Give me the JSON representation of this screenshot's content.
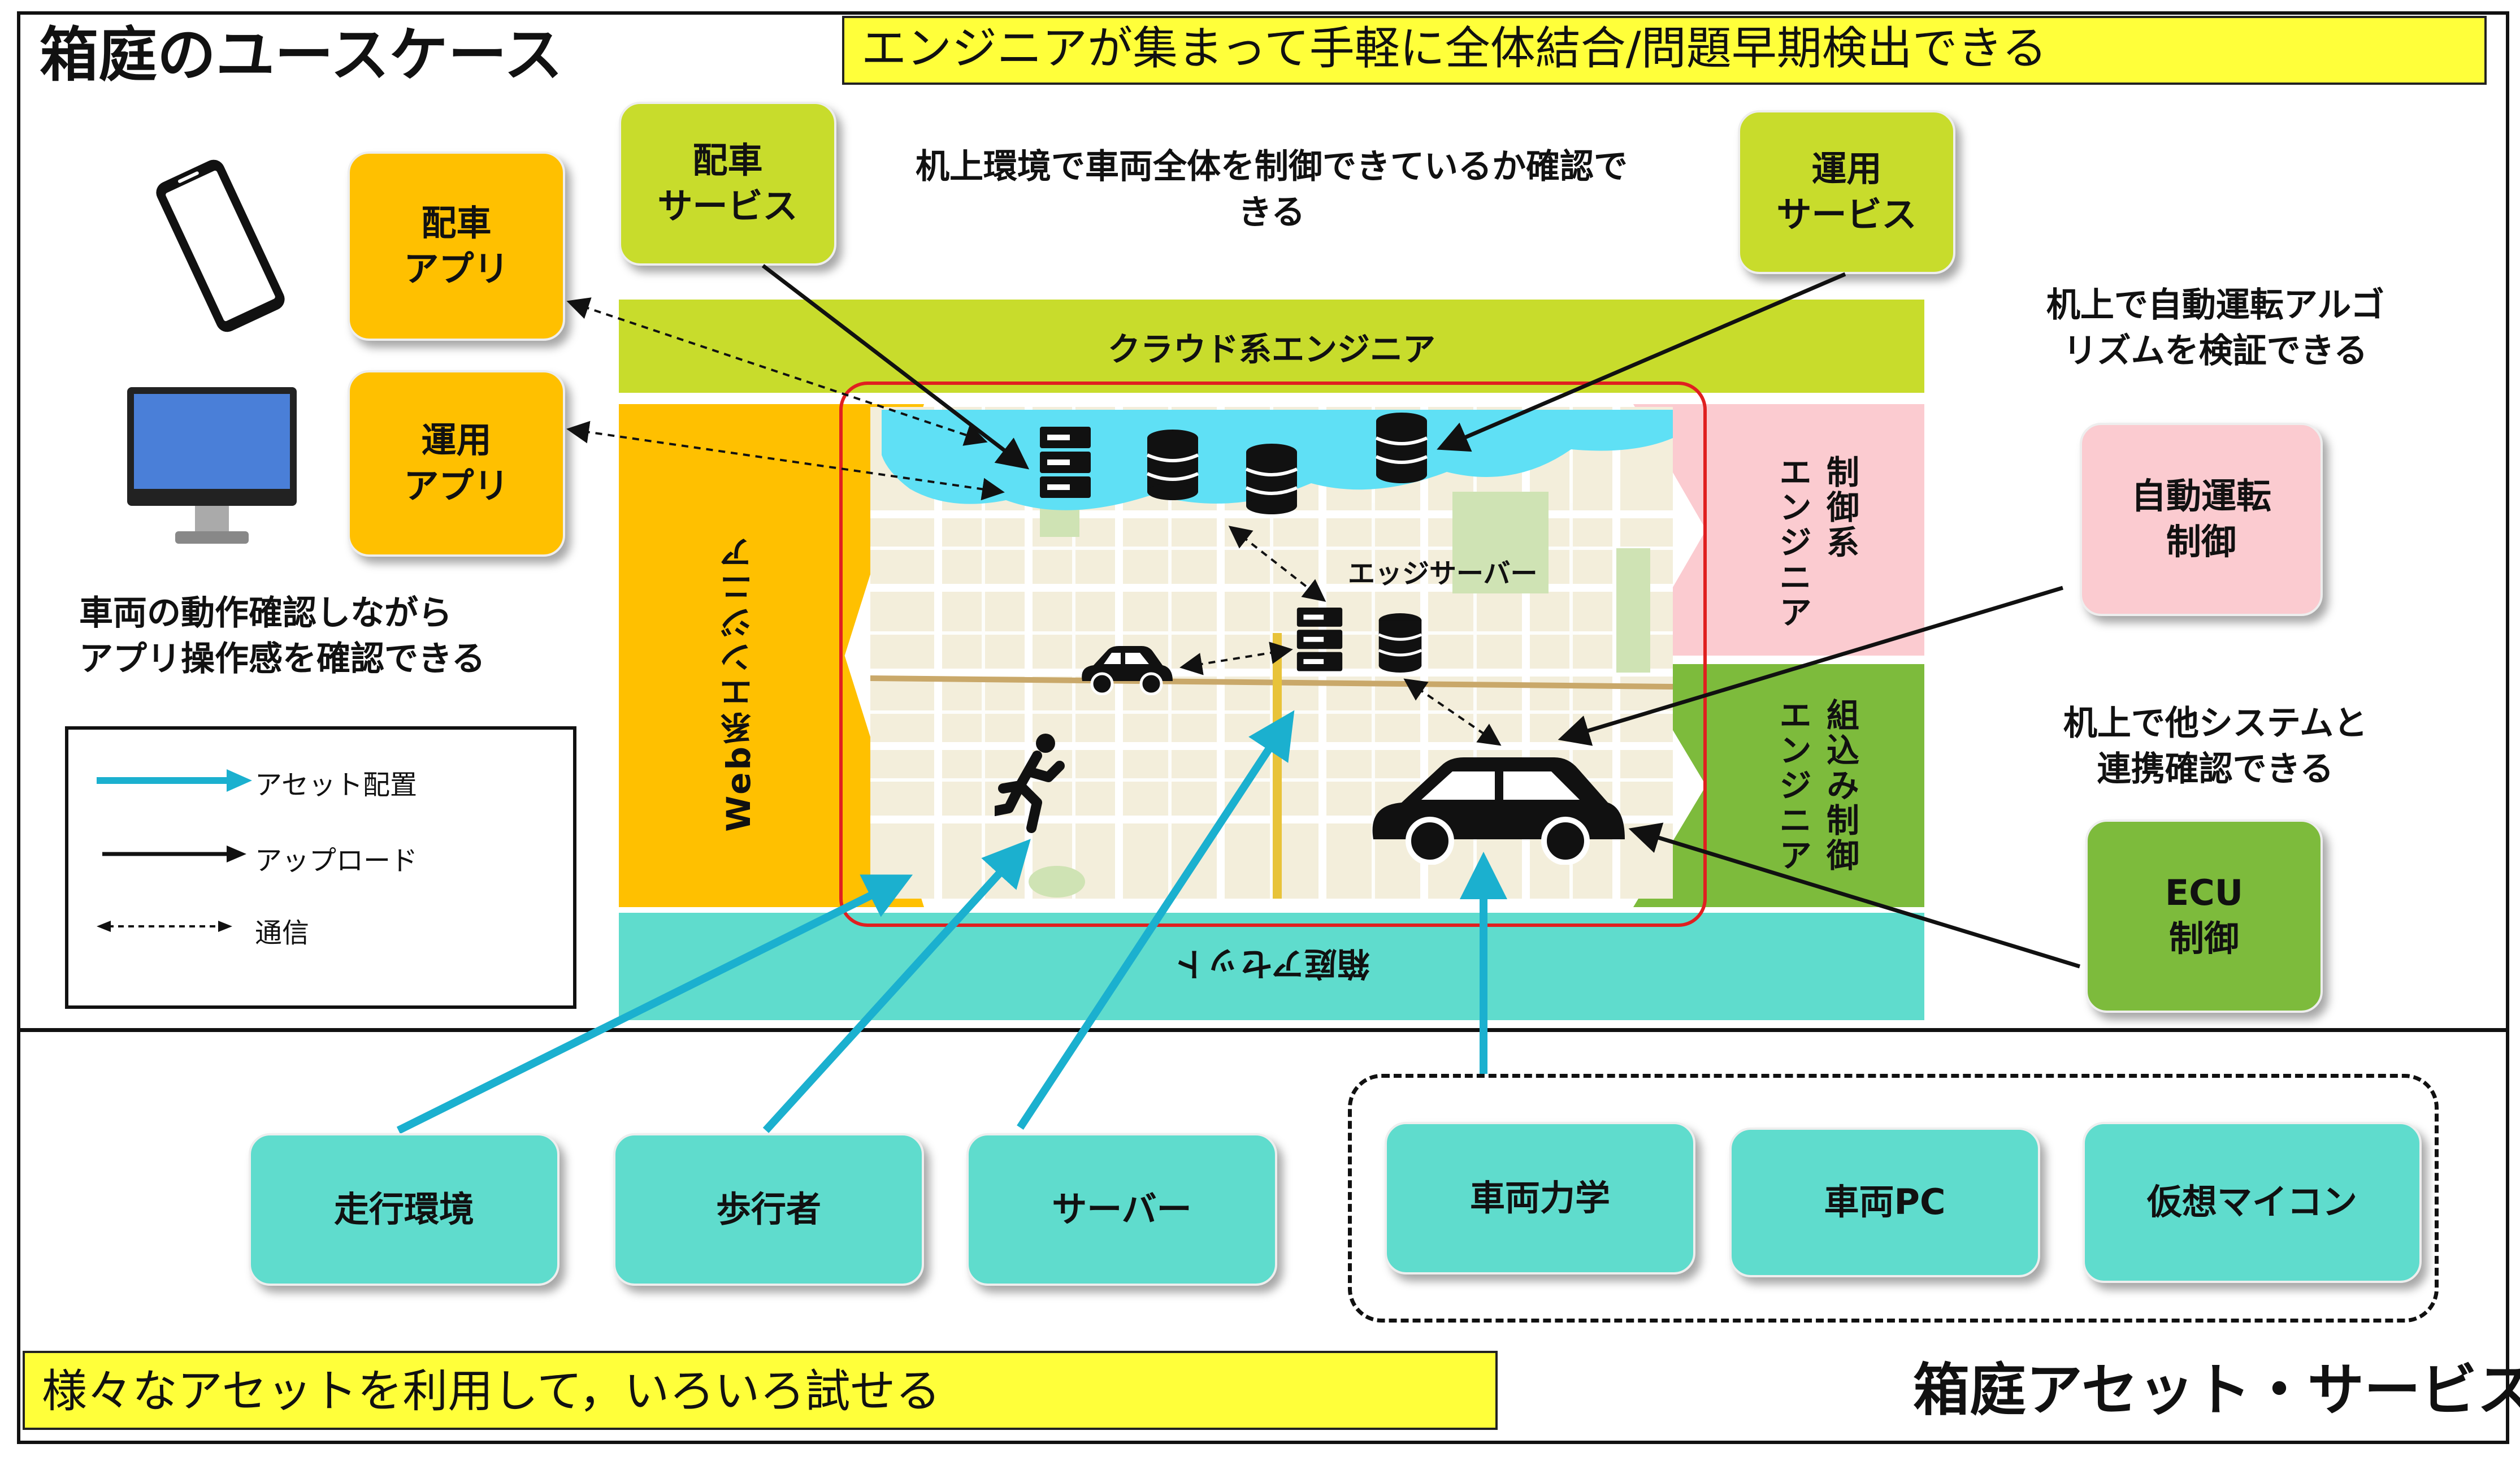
{
  "top": {
    "title": "箱庭のユースケース",
    "banner": "エンジニアが集まって手軽に全体結合/問題早期検出できる"
  },
  "bottom": {
    "banner": "様々なアセットを利用して，いろいろ試せる",
    "title": "箱庭アセット・サービス"
  },
  "cards": {
    "dispatch_app": "配車\nアプリ",
    "ops_app": "運用\nアプリ",
    "dispatch_service": "配車\nサービス",
    "ops_service": "運用\nサービス",
    "auto_drive": "自動運転\n制御",
    "ecu": "ECU\n制御"
  },
  "notes": {
    "desk_env": "机上環境で車両全体を制御できているか確認で\nきる",
    "algo": "机上で自動運転アルゴ\nリズムを検証できる",
    "other_system": "机上で他システムと\n連携確認できる",
    "vehicle_app": "車両の動作確認しながら\nアプリ操作感を確認できる"
  },
  "bands": {
    "cloud": "クラウド系エンジニア",
    "web": "Web系エンジニア",
    "control": "制御系\nエンジニア",
    "embedded": "組込み制御\nエンジニア",
    "asset": "箱庭アセット"
  },
  "map": {
    "edge_server": "エッジサーバー"
  },
  "legend": {
    "asset_place": "アセット配置",
    "upload": "アップロード",
    "comm": "通信"
  },
  "assets": {
    "environment": "走行環境",
    "pedestrian": "歩行者",
    "server": "サーバー",
    "dynamics": "車両力学",
    "vehicle_pc": "車両PC",
    "virtual_mcu": "仮想マイコン"
  },
  "colors": {
    "banner": "#ffff3a",
    "orange": "#ffc000",
    "lime": "#c8dc2c",
    "pink": "#fbcbd0",
    "green": "#7dbb3c",
    "teal": "#5fdccd",
    "arrow_asset": "#1bb0cf",
    "map_border": "#e02020",
    "water": "#5fe0f5"
  },
  "icons": [
    "tablet-icon",
    "monitor-icon",
    "server-icon",
    "database-icon",
    "car-icon",
    "runner-icon"
  ]
}
